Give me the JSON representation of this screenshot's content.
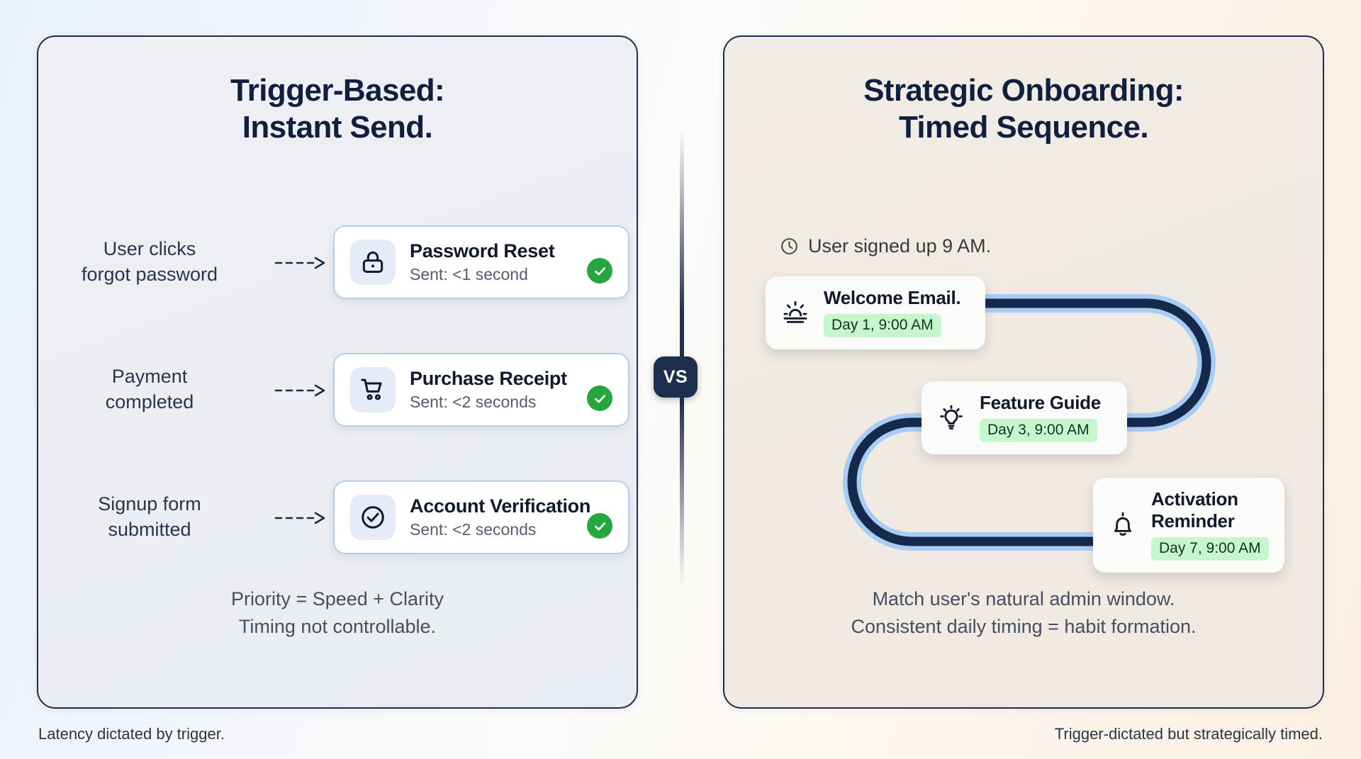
{
  "left_panel": {
    "title_line1": "Trigger-Based:",
    "title_line2": "Instant Send.",
    "rows": [
      {
        "label_line1": "User clicks",
        "label_line2": "forgot password",
        "arrow": "dashed-arrow-right-icon",
        "card": {
          "icon": "lock-icon",
          "title": "Password Reset",
          "subtitle": "Sent: <1 second",
          "status": "check-circle-icon"
        }
      },
      {
        "label_line1": "Payment",
        "label_line2": "completed",
        "arrow": "dashed-arrow-right-icon",
        "card": {
          "icon": "shopping-cart-icon",
          "title": "Purchase Receipt",
          "subtitle": "Sent: <2 seconds",
          "status": "check-circle-icon"
        }
      },
      {
        "label_line1": "Signup form",
        "label_line2": "submitted",
        "arrow": "dashed-arrow-right-icon",
        "card": {
          "icon": "check-circle-outline-icon",
          "title": "Account Verification",
          "subtitle": "Sent: <2 seconds",
          "status": "check-circle-icon"
        }
      }
    ],
    "footnote_line1": "Priority = Speed + Clarity",
    "footnote_line2": "Timing not controllable."
  },
  "right_panel": {
    "title_line1": "Strategic Onboarding:",
    "title_line2": "Timed Sequence.",
    "signup_note": {
      "icon": "clock-icon",
      "text": "User signed up 9 AM."
    },
    "sequence": [
      {
        "icon": "sunrise-icon",
        "title": "Welcome Email.",
        "badge": "Day 1, 9:00 AM"
      },
      {
        "icon": "lightbulb-icon",
        "title": "Feature Guide",
        "badge": "Day 3, 9:00 AM"
      },
      {
        "icon": "bell-icon",
        "title_line1": "Activation",
        "title_line2": "Reminder",
        "badge": "Day 7, 9:00 AM"
      }
    ],
    "footnote_line1": "Match user's natural admin window.",
    "footnote_line2": "Consistent daily timing = habit formation."
  },
  "divider": {
    "label": "VS"
  },
  "captions": {
    "left": "Latency dictated by trigger.",
    "right": "Trigger-dictated but strategically timed."
  },
  "colors": {
    "navy": "#101f3d",
    "card_border_blue": "#b4d0ea",
    "icon_tile_blue": "#e4ecf7",
    "status_green": "#26a63f",
    "badge_green_bg": "#c6f6cd",
    "path_dark": "#15294d",
    "path_halo": "#a9cdf2",
    "left_panel_bg": "#eceef3",
    "right_panel_bg": "#f0eae3"
  }
}
